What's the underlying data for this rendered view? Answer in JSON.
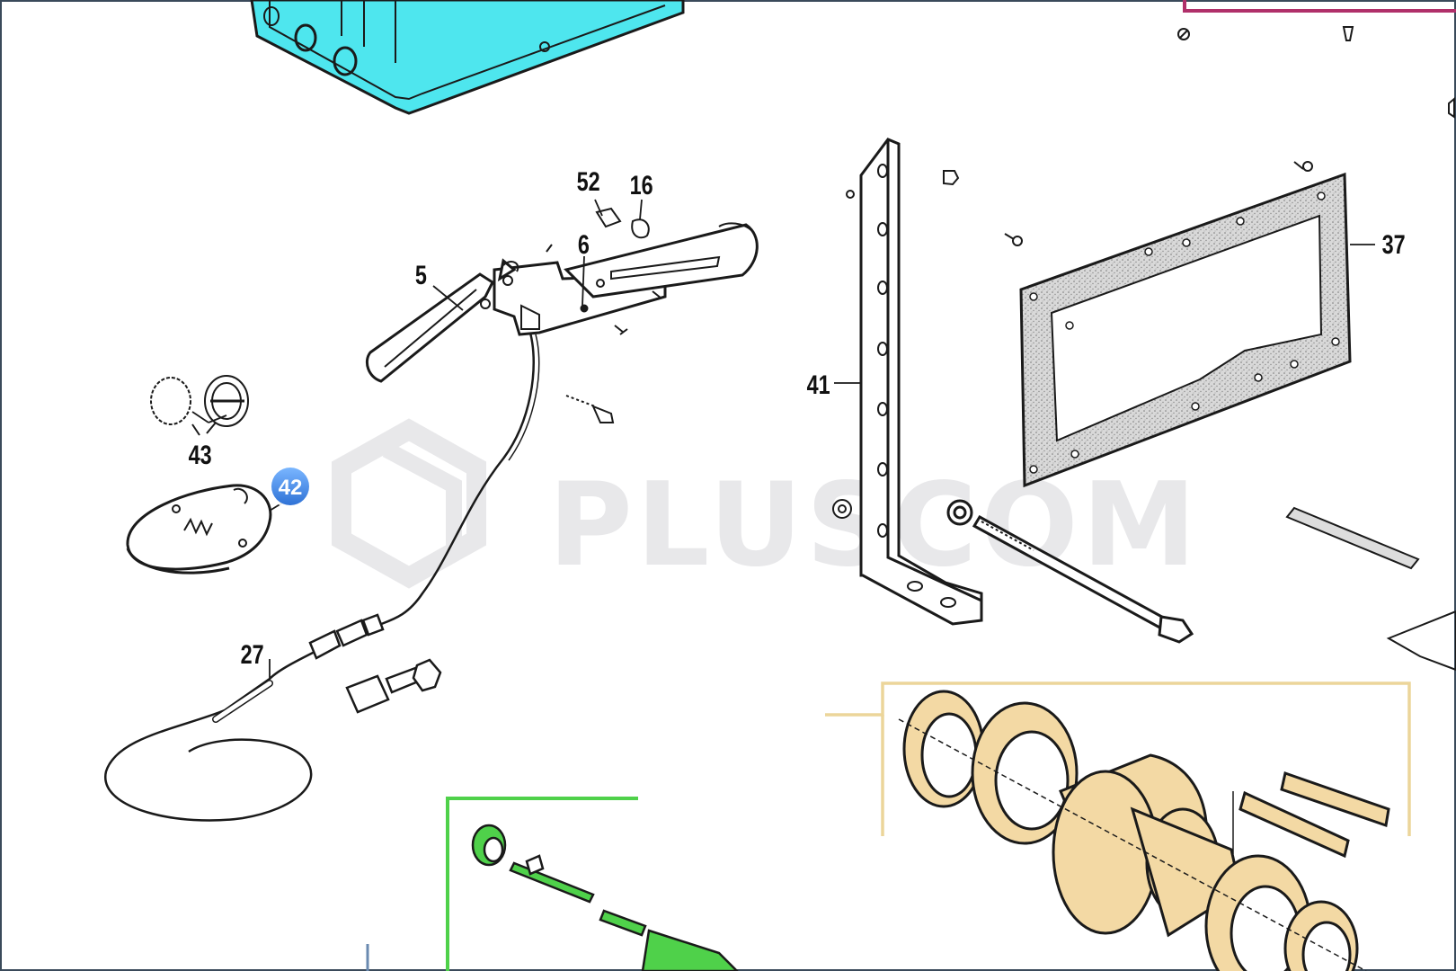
{
  "watermark": "PLUSCOM",
  "hotspot": {
    "label": "42",
    "color": "#4a90e2"
  },
  "callouts": [
    {
      "id": "52",
      "label": "52"
    },
    {
      "id": "16",
      "label": "16"
    },
    {
      "id": "6",
      "label": "6"
    },
    {
      "id": "5",
      "label": "5"
    },
    {
      "id": "43",
      "label": "43"
    },
    {
      "id": "27",
      "label": "27"
    },
    {
      "id": "41",
      "label": "41"
    },
    {
      "id": "37",
      "label": "37"
    }
  ],
  "highlight_colors": {
    "housing": "#4ee6ee",
    "bearing_assembly": "#f3d9a4",
    "shaft_assembly": "#4fd14a",
    "top_right_frame": "#b0306a",
    "assembly_frame": "#ecd59a",
    "shaft_frame": "#4fd14a"
  }
}
